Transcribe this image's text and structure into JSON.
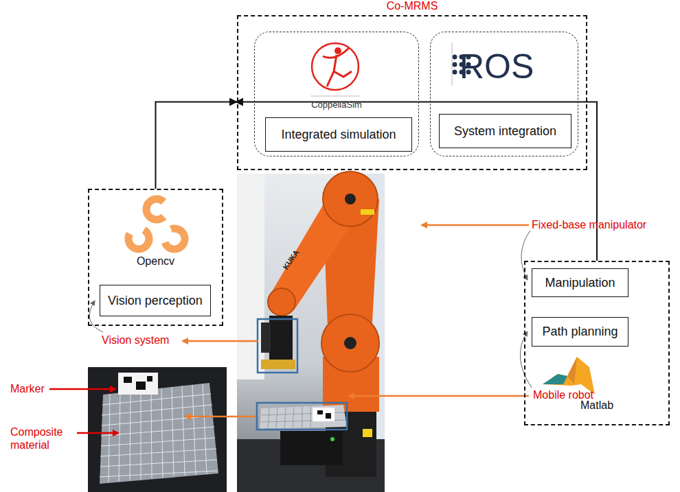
{
  "diagram": {
    "nodes": [
      {
        "text": [
          "Co-MRMS"
        ]
      },
      {
        "text": [
          "CoppeliaSim"
        ],
        "in": 0
      },
      {
        "text": [
          "Integrated simulation"
        ],
        "in": 1
      },
      {
        "text": [
          "ROS"
        ],
        "in": 0
      },
      {
        "text": [
          "System integration"
        ],
        "in": 3
      },
      {
        "text": [
          "Opencv"
        ]
      },
      {
        "text": [
          "Vision perception"
        ],
        "in": 5
      },
      {
        "text": [
          "Matlab"
        ]
      },
      {
        "text": [
          "Manipulation"
        ],
        "in": 7
      },
      {
        "text": [
          "Path planning"
        ],
        "in": 7
      }
    ],
    "edges": [
      {
        "from": 5,
        "to": 0,
        "arrow": "to"
      },
      {
        "from": 7,
        "to": 0,
        "arrow": "to"
      }
    ],
    "labels": [
      "Fixed-base manipulator",
      "Vision system",
      "Mobile robot",
      "Marker",
      "Composite material",
      "KUKA"
    ]
  }
}
